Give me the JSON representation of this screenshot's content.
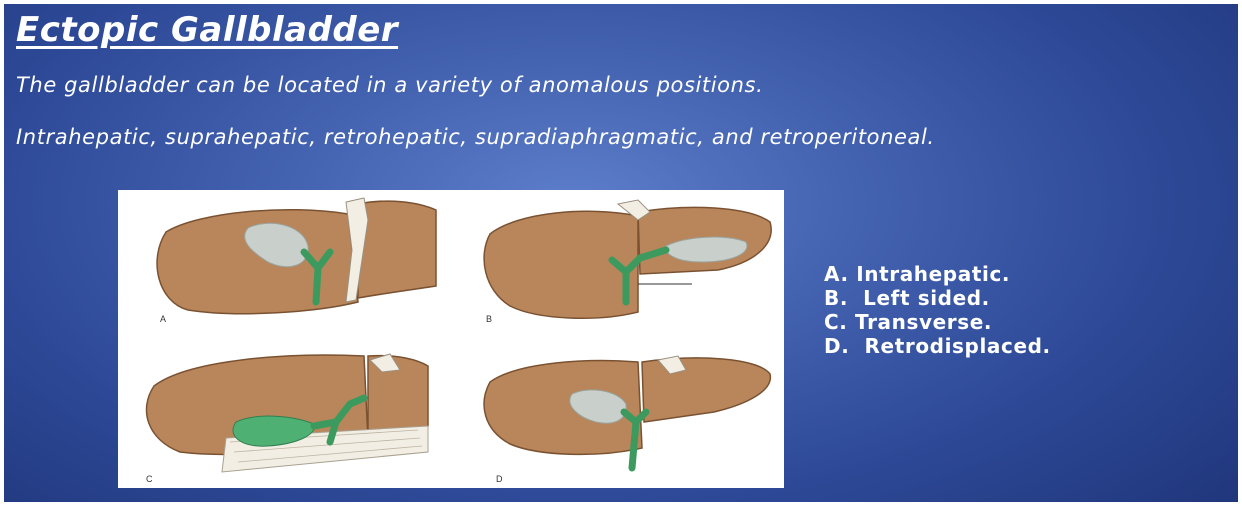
{
  "slide": {
    "title": "Ectopic Gallbladder",
    "line1": "The gallbladder can be located in a variety of anomalous positions.",
    "line2": "Intrahepatic, suprahepatic, retrohepatic, supradiaphragmatic, and retroperitoneal.",
    "figure": {
      "panel_labels": [
        "A",
        "B",
        "C",
        "D"
      ],
      "colors": {
        "liver": "#b8865a",
        "liver_dark": "#8a5f3c",
        "gallbladder": "#c9cfca",
        "duct": "#3d9a5e",
        "ligament": "#f2eee4"
      }
    },
    "legend": [
      "A. Intrahepatic.",
      "B.  Left sided.",
      "C. Transverse.",
      "D.  Retrodisplaced."
    ],
    "colors": {
      "background_center": "#5d7ecb",
      "background_edge": "#1e3478",
      "text": "#ffffff"
    }
  }
}
